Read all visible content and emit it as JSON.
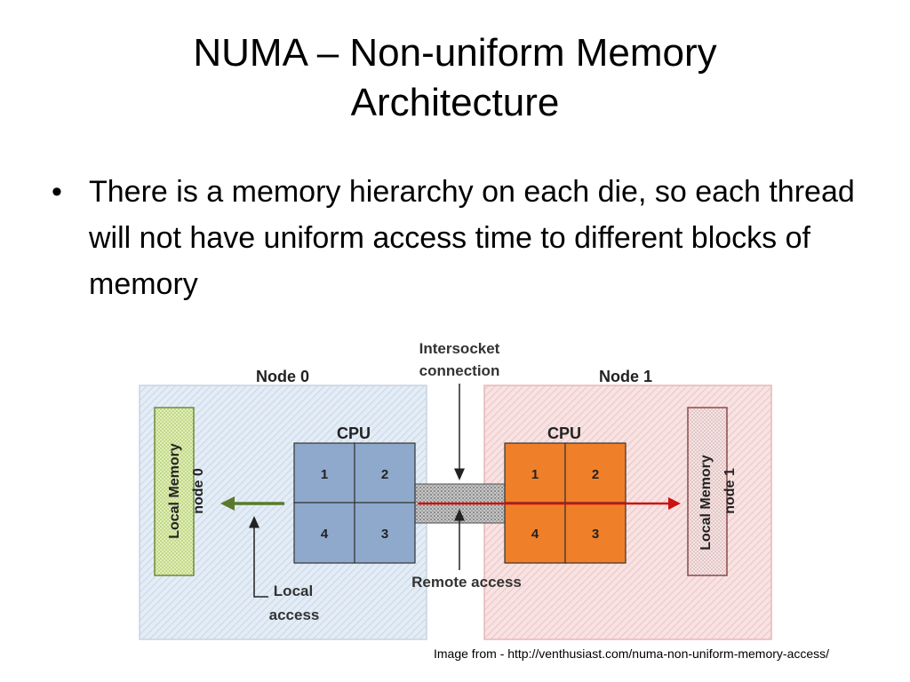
{
  "slide": {
    "title_line1": "NUMA – Non-uniform Memory",
    "title_line2": "Architecture",
    "bullet": "There is a memory hierarchy on each die, so each thread will not have uniform access time to different blocks of memory",
    "credit": "Image from - http://venthusiast.com/numa-non-uniform-memory-access/"
  },
  "diagram": {
    "intersocket_line1": "Intersocket",
    "intersocket_line2": "connection",
    "node0_label": "Node 0",
    "node1_label": "Node 1",
    "cpu0_label": "CPU",
    "cpu1_label": "CPU",
    "core_labels": [
      "1",
      "2",
      "4",
      "3"
    ],
    "mem0_line1": "Local Memory",
    "mem0_line2": "node 0",
    "mem1_line1": "Local Memory",
    "mem1_line2": "node 1",
    "local_access_line1": "Local",
    "local_access_line2": "access",
    "remote_access_label": "Remote access",
    "colors": {
      "node0_bg": "#dde8f3",
      "node1_bg": "#f6dada",
      "cpu0_fill": "#8fa9cc",
      "cpu1_fill": "#f07f2a",
      "mem0_fill": "#d6e8a6",
      "mem1_fill": "#f2dcdc",
      "local_arrow": "#5a7a2a",
      "remote_arrow": "#cc1111"
    }
  }
}
